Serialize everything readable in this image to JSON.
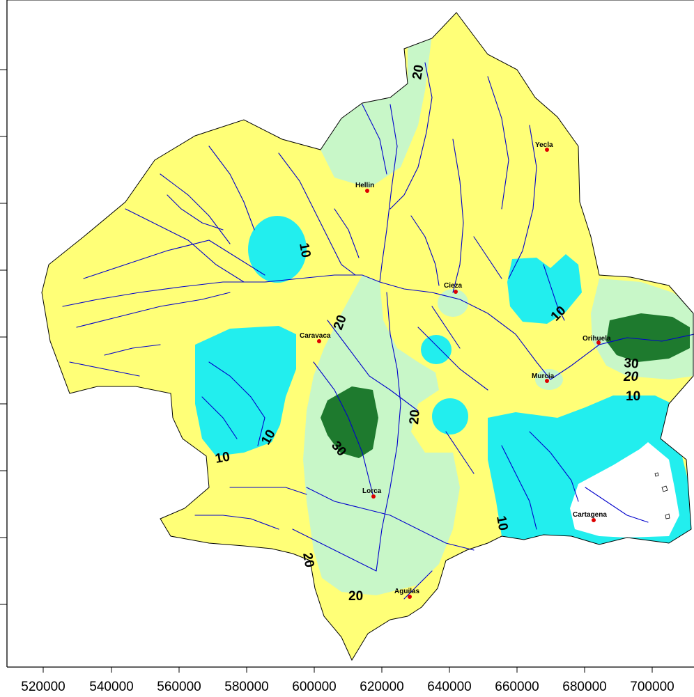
{
  "map": {
    "colors": {
      "yellow": "#ffff77",
      "light_green": "#c8f7c8",
      "cyan": "#22eeee",
      "dark_green": "#1e7a2e",
      "river": "#0000cc",
      "city_dot": "#dd0000"
    },
    "x_axis_ticks": [
      "520000",
      "540000",
      "560000",
      "580000",
      "600000",
      "620000",
      "640000",
      "660000",
      "680000",
      "700000"
    ],
    "cities": [
      {
        "name": "Yecla"
      },
      {
        "name": "Hellin"
      },
      {
        "name": "Cieza"
      },
      {
        "name": "Caravaca"
      },
      {
        "name": "Orihuela"
      },
      {
        "name": "Murcia"
      },
      {
        "name": "Lorca"
      },
      {
        "name": "Cartagena"
      },
      {
        "name": "Aguilas"
      }
    ],
    "contour_labels": [
      "20",
      "10",
      "20",
      "10",
      "30",
      "20",
      "10",
      "20",
      "10",
      "30",
      "10",
      "10",
      "20",
      "20"
    ]
  }
}
